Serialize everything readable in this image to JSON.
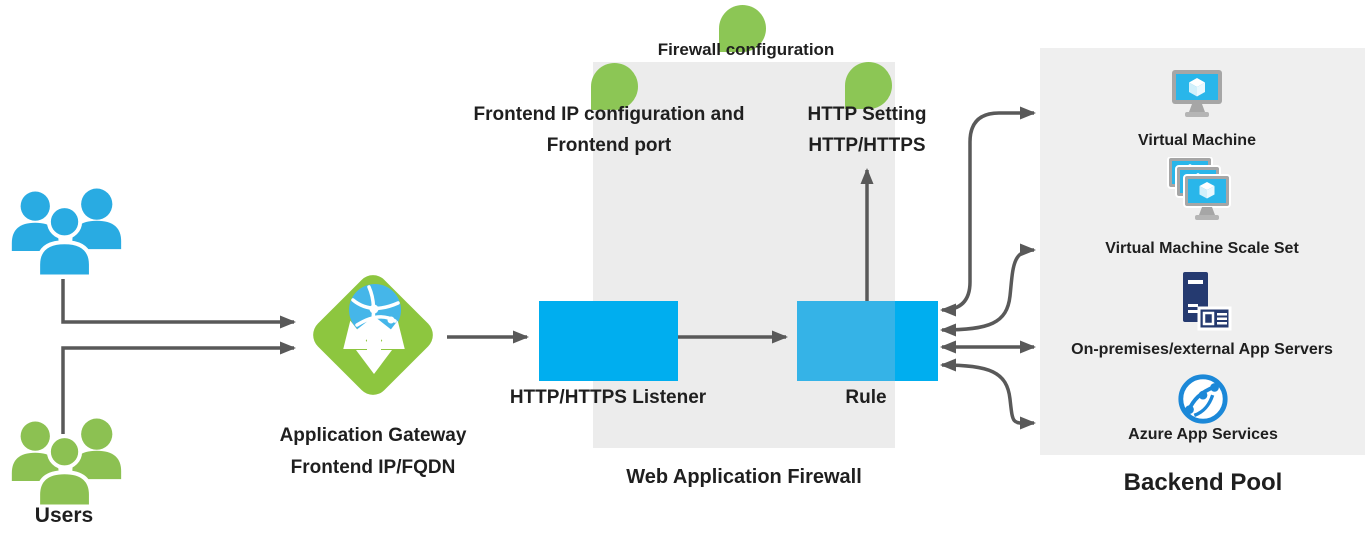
{
  "title": "Application Gateway with Web Application Firewall diagram",
  "colors": {
    "box_blue": "#00AEEF",
    "box_blue_muted": "#35B3E7",
    "icon_blue": "#29ABE2",
    "people_green": "#8CC152",
    "bullet_green": "#8CC655",
    "gateway_green": "#8DC63F",
    "arrow_gray": "#595959",
    "waf_region_gray": "#ECECEC",
    "pool_region_gray": "#EFEFEF",
    "server_navy": "#253A70",
    "azure_blue": "#1B88D8",
    "text": "#1f1f1f"
  },
  "users": {
    "label": "Users",
    "top_icon": "users-group-blue",
    "bottom_icon": "users-group-green"
  },
  "gateway": {
    "icon": "application-gateway-icon",
    "label_line1": "Application Gateway",
    "label_line2": "Frontend IP/FQDN"
  },
  "listener": {
    "label": "HTTP/HTTPS Listener"
  },
  "rule": {
    "label": "Rule"
  },
  "waf": {
    "label": "Web Application Firewall"
  },
  "annotations": {
    "firewall_configuration": "Firewall configuration",
    "frontend_line1": "Frontend IP configuration and",
    "frontend_line2": "Frontend port",
    "http_setting_line1": "HTTP Setting",
    "http_setting_line2": "HTTP/HTTPS"
  },
  "backend_pool": {
    "label": "Backend Pool",
    "items": [
      {
        "label": "Virtual Machine",
        "icon": "virtual-machine-icon"
      },
      {
        "label": "Virtual Machine Scale Set",
        "icon": "virtual-machine-scale-set-icon"
      },
      {
        "label": "On-premises/external App Servers",
        "icon": "on-premises-server-icon"
      },
      {
        "label": "Azure App Services",
        "icon": "azure-app-services-icon"
      }
    ]
  }
}
